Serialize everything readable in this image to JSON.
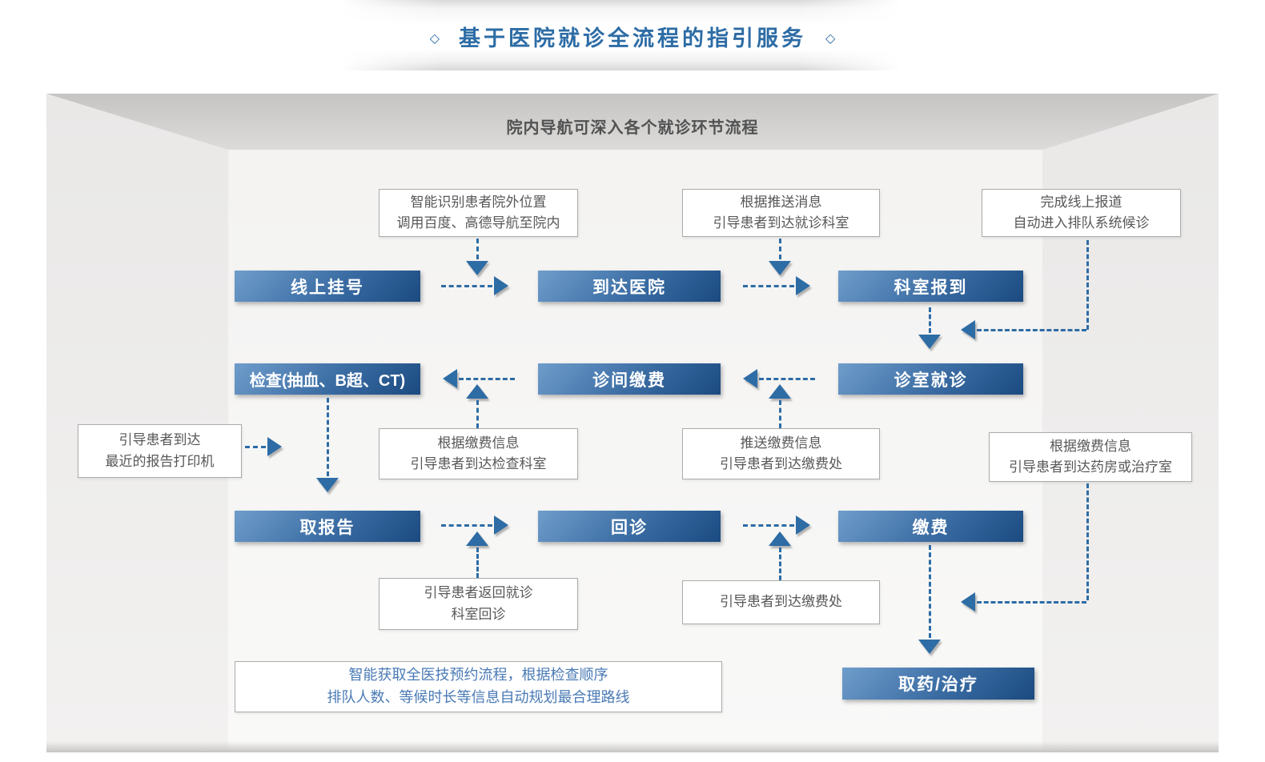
{
  "title": {
    "text": "基于医院就诊全流程的指引服务",
    "diamond": "◇"
  },
  "subtitle": "院内导航可深入各个就诊环节流程",
  "steps": {
    "register": "线上挂号",
    "arrive": "到达医院",
    "checkin": "科室报到",
    "exam": "检查(抽血、B超、CT)",
    "pay_clinic": "诊间缴费",
    "visit": "诊室就诊",
    "report": "取报告",
    "revisit": "回诊",
    "pay": "缴费",
    "pharmacy": "取药/治疗"
  },
  "notes": {
    "outdoor": {
      "line1": "智能识别患者院外位置",
      "line2": "调用百度、高德导航至院内"
    },
    "push_message": {
      "line1": "根据推送消息",
      "line2": "引导患者到达就诊科室"
    },
    "online_checkin": {
      "line1": "完成线上报道",
      "line2": "自动进入排队系统候诊"
    },
    "report_printer": {
      "line1": "引导患者到达",
      "line2": "最近的报告打印机"
    },
    "exam_dept": {
      "line1": "根据缴费信息",
      "line2": "引导患者到达检查科室"
    },
    "push_payment": {
      "line1": "推送缴费信息",
      "line2": "引导患者到达缴费处"
    },
    "pharmacy_room": {
      "line1": "根据缴费信息",
      "line2": "引导患者到达药房或治疗室"
    },
    "return_dept": {
      "line1": "引导患者返回就诊",
      "line2": "科室回诊"
    },
    "to_cashier": {
      "line1": "引导患者到达缴费处"
    },
    "smart_route": {
      "line1": "智能获取全医技预约流程，根据检查顺序",
      "line2": "排队人数、等候时长等信息自动规划最合理路线"
    }
  },
  "colors": {
    "accent": "#2d6ca5",
    "title_text": "#2d6ca5",
    "subtitle_text": "#525252",
    "step_grad_light": "#6f9dcb",
    "step_grad_mid": "#3a6ca3",
    "step_grad_dark": "#1a4a80",
    "note_border": "#ababab",
    "note_text": "#595757",
    "smart_route_text": "#4a7ab5"
  }
}
